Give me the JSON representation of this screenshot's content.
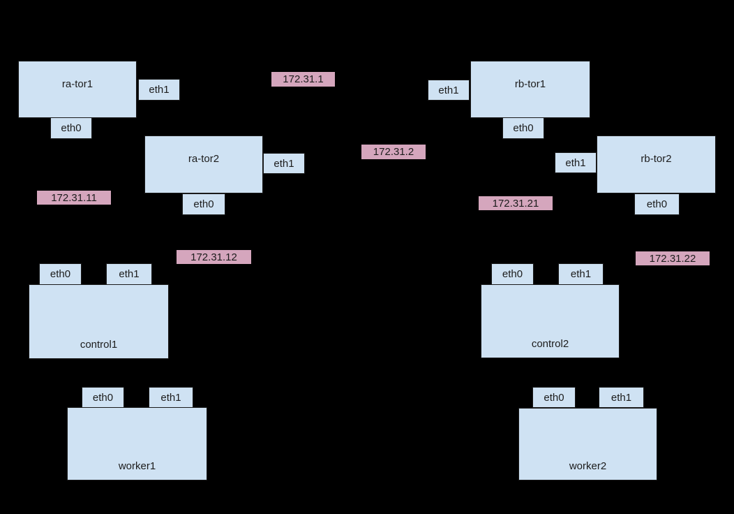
{
  "colors": {
    "background": "#000000",
    "node_fill": "#cfe2f3",
    "node_border": "#1a1a1a",
    "ip_fill": "#d5a6bd",
    "text": "#1c1c1c"
  },
  "iface": {
    "eth0": "eth0",
    "eth1": "eth1"
  },
  "nodes": [
    {
      "label": "ra-tor1"
    },
    {
      "label": "ra-tor2"
    },
    {
      "label": "rb-tor1"
    },
    {
      "label": "rb-tor2"
    },
    {
      "label": "control1"
    },
    {
      "label": "control2"
    },
    {
      "label": "worker1"
    },
    {
      "label": "worker2"
    }
  ],
  "ips": {
    "tor1_link": "172.31.1",
    "tor2_link": "172.31.2",
    "ra_net1": "172.31.11",
    "ra_net2": "172.31.12",
    "rb_net1": "172.31.21",
    "rb_net2": "172.31.22"
  }
}
